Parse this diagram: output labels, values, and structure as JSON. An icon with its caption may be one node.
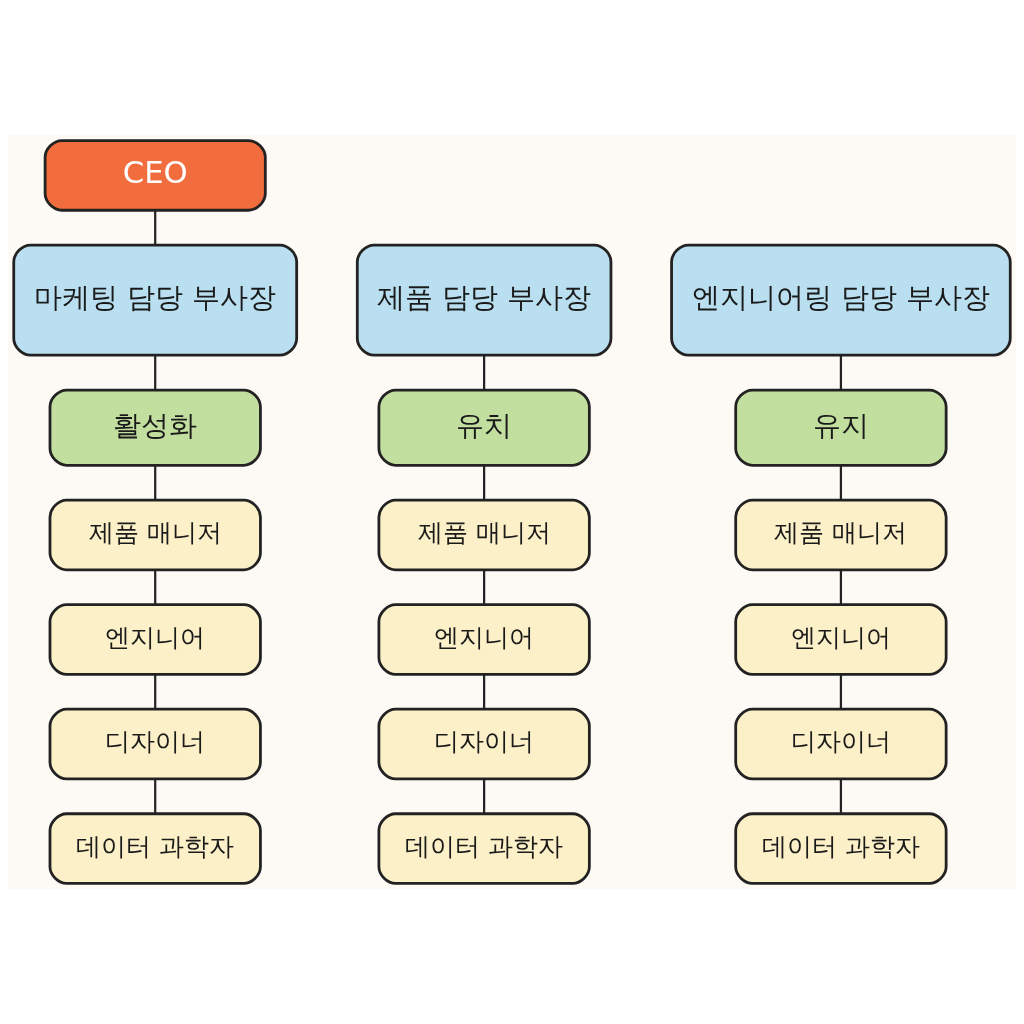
{
  "diagram": {
    "nodes": [
      {
        "text": [
          "CEO"
        ]
      },
      {
        "text": [
          "제품 담당 부사장"
        ]
      },
      {
        "text": [
          "마케팅 담당 부사장"
        ]
      },
      {
        "text": [
          "엔지니어링 담당 부사장"
        ]
      },
      {
        "text": [
          "유치"
        ]
      },
      {
        "text": [
          "활성화"
        ]
      },
      {
        "text": [
          "유지"
        ]
      },
      {
        "text": [
          "제품 매니저"
        ]
      },
      {
        "text": [
          "제품 매니저"
        ]
      },
      {
        "text": [
          "제품 매니저"
        ]
      },
      {
        "text": [
          "엔지니어"
        ]
      },
      {
        "text": [
          "엔지니어"
        ]
      },
      {
        "text": [
          "엔지니어"
        ]
      },
      {
        "text": [
          "디자이너"
        ]
      },
      {
        "text": [
          "디자이너"
        ]
      },
      {
        "text": [
          "디자이너"
        ]
      },
      {
        "text": [
          "데이터 과학자"
        ]
      },
      {
        "text": [
          "데이터 과학자"
        ]
      },
      {
        "text": [
          "데이터 과학자"
        ]
      }
    ],
    "edges": [
      {
        "from": 0,
        "to": 2,
        "arrow": "none"
      },
      {
        "from": 1,
        "to": 4,
        "arrow": "none"
      },
      {
        "from": 2,
        "to": 5,
        "arrow": "none"
      },
      {
        "from": 3,
        "to": 6,
        "arrow": "none"
      },
      {
        "from": 4,
        "to": 7,
        "arrow": "none"
      },
      {
        "from": 5,
        "to": 8,
        "arrow": "none"
      },
      {
        "from": 6,
        "to": 9,
        "arrow": "none"
      },
      {
        "from": 7,
        "to": 10,
        "arrow": "none"
      },
      {
        "from": 8,
        "to": 11,
        "arrow": "none"
      },
      {
        "from": 9,
        "to": 12,
        "arrow": "none"
      },
      {
        "from": 10,
        "to": 13,
        "arrow": "none"
      },
      {
        "from": 11,
        "to": 14,
        "arrow": "none"
      },
      {
        "from": 12,
        "to": 15,
        "arrow": "none"
      },
      {
        "from": 13,
        "to": 16,
        "arrow": "none"
      },
      {
        "from": 14,
        "to": 17,
        "arrow": "none"
      },
      {
        "from": 15,
        "to": 18,
        "arrow": "none"
      }
    ]
  }
}
